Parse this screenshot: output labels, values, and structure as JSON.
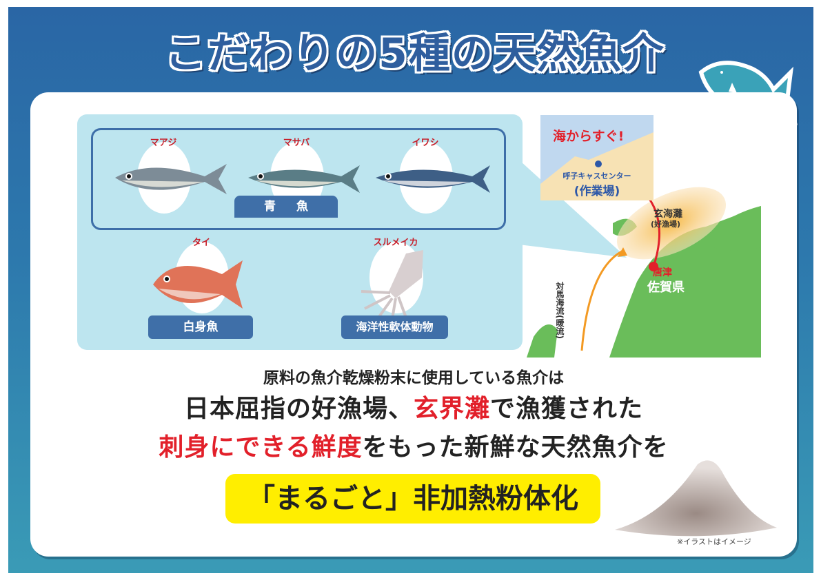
{
  "title": "こだわりの5種の天然魚介",
  "fish_panel": {
    "groups": {
      "blue_fish": "青 魚",
      "white_fish": "白身魚",
      "mollusk": "海洋性軟体動物"
    },
    "species": [
      {
        "name": "マアジ",
        "group": "青魚"
      },
      {
        "name": "マサバ",
        "group": "青魚"
      },
      {
        "name": "イワシ",
        "group": "青魚"
      },
      {
        "name": "タイ",
        "group": "白身魚"
      },
      {
        "name": "スルメイカ",
        "group": "海洋性軟体動物"
      }
    ]
  },
  "map": {
    "inset_title": "海からすぐ!",
    "inset_label_line1": "呼子キャスセンター",
    "inset_label_line2": "(作業場)",
    "genkai": "玄海灘",
    "genkai_sub": "(好漁場)",
    "karatsu": "唐津",
    "saga": "佐賀県",
    "current": "対馬海流(暖流)"
  },
  "body": {
    "line1": "原料の魚介乾燥粉末に使用している魚介は",
    "line2_a": "日本屈指の好漁場、",
    "line2_red": "玄界灘",
    "line2_b": "で漁獲された",
    "line3_red": "刺身にできる鮮度",
    "line3_b": "をもった新鮮な天然魚介を",
    "highlight": "「まるごと」非加熱粉体化",
    "note": "※イラストはイメージ"
  },
  "colors": {
    "primary_blue": "#2a66a5",
    "accent_red": "#e2202a",
    "highlight_yellow": "#ffee00",
    "panel_blue": "#bde5ef",
    "map_green": "#6abd5a"
  }
}
